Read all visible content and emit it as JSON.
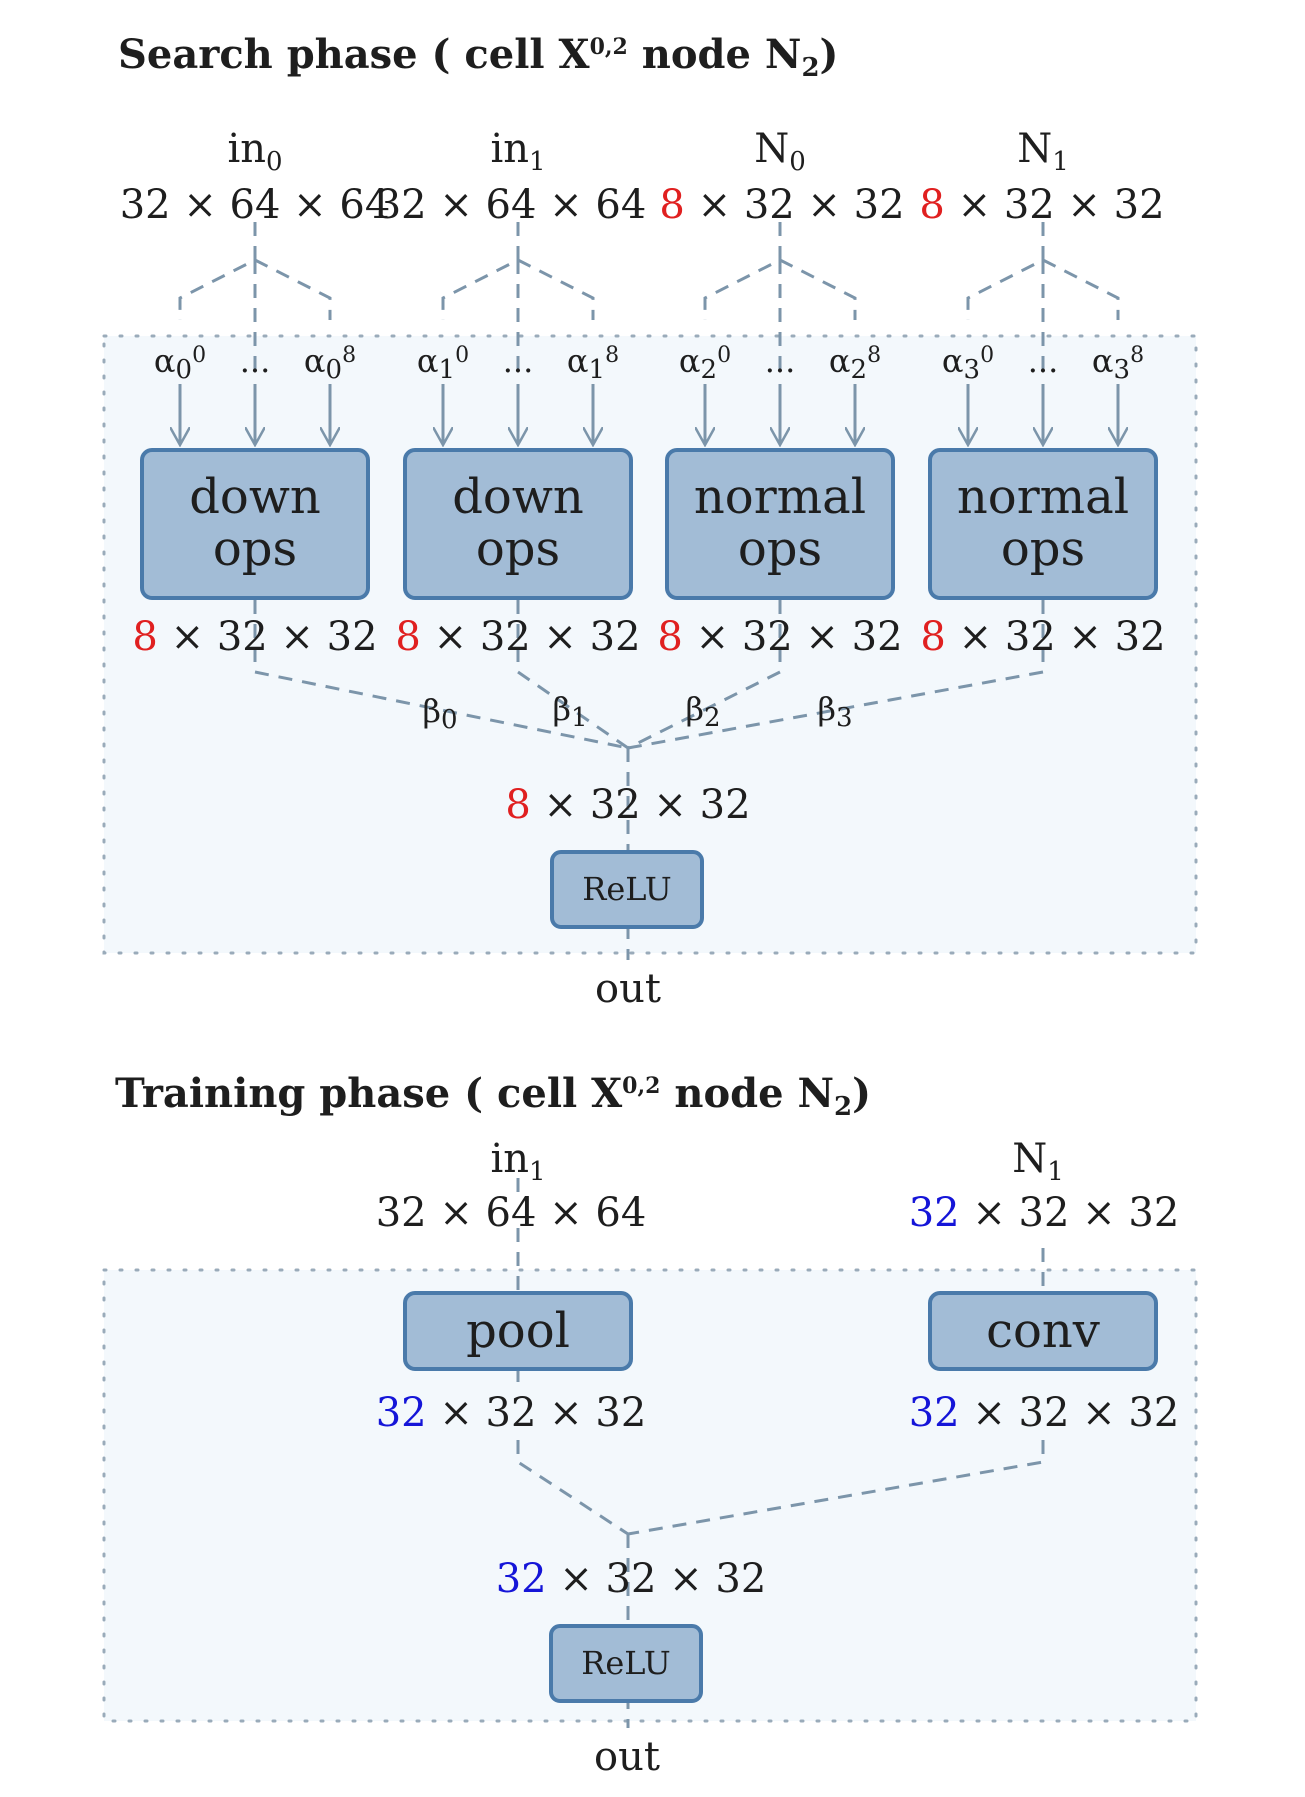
{
  "search": {
    "title": "Search phase ( cell X",
    "title_sup": "0,2",
    "title_mid": " node N",
    "title_sub": "2",
    "title_end": ")",
    "inputs": [
      {
        "name": "in",
        "sub": "0",
        "dim_red": "",
        "dim": "32 × 64 × 64"
      },
      {
        "name": "in",
        "sub": "1",
        "dim_red": "",
        "dim": "32 × 64 × 64"
      },
      {
        "name": "N",
        "sub": "0",
        "dim_red": "8",
        "dim": " × 32 × 32"
      },
      {
        "name": "N",
        "sub": "1",
        "dim_red": "8",
        "dim": " × 32 × 32"
      }
    ],
    "alphas": [
      {
        "sym": "α",
        "sub": "0",
        "first": "0",
        "last": "8"
      },
      {
        "sym": "α",
        "sub": "1",
        "first": "0",
        "last": "8"
      },
      {
        "sym": "α",
        "sub": "2",
        "first": "0",
        "last": "8"
      },
      {
        "sym": "α",
        "sub": "3",
        "first": "0",
        "last": "8"
      }
    ],
    "ellipsis": "...",
    "ops": [
      {
        "line1": "down",
        "line2": "ops"
      },
      {
        "line1": "down",
        "line2": "ops"
      },
      {
        "line1": "normal",
        "line2": "ops"
      },
      {
        "line1": "normal",
        "line2": "ops"
      }
    ],
    "op_outputs": [
      {
        "red": "8",
        "rest": " × 32 × 32"
      },
      {
        "red": "8",
        "rest": " × 32 × 32"
      },
      {
        "red": "8",
        "rest": " × 32 × 32"
      },
      {
        "red": "8",
        "rest": " × 32 × 32"
      }
    ],
    "betas": [
      {
        "sym": "β",
        "sub": "0"
      },
      {
        "sym": "β",
        "sub": "1"
      },
      {
        "sym": "β",
        "sub": "2"
      },
      {
        "sym": "β",
        "sub": "3"
      }
    ],
    "sum_red": "8",
    "sum_rest": " × 32 × 32",
    "relu": "ReLU",
    "out": "out"
  },
  "training": {
    "title": "Training phase ( cell X",
    "title_sup": "0,2",
    "title_mid": " node N",
    "title_sub": "2",
    "title_end": ")",
    "inputs": [
      {
        "name": "in",
        "sub": "1",
        "dim_blue": "",
        "dim": "32 × 64 × 64"
      },
      {
        "name": "N",
        "sub": "1",
        "dim_blue": "32",
        "dim": " × 32 × 32"
      }
    ],
    "ops": [
      "pool",
      "conv"
    ],
    "op_outputs": [
      {
        "blue": "32",
        "rest": " × 32 × 32"
      },
      {
        "blue": "32",
        "rest": " × 32 × 32"
      }
    ],
    "sum_blue": "32",
    "sum_rest": " × 32 × 32",
    "relu": "ReLU",
    "out": "out"
  },
  "colors": {
    "box_fill": "#a2bcd6",
    "box_stroke": "#4a7aaa",
    "accent_red": "#e02020",
    "accent_blue": "#1515d8"
  }
}
